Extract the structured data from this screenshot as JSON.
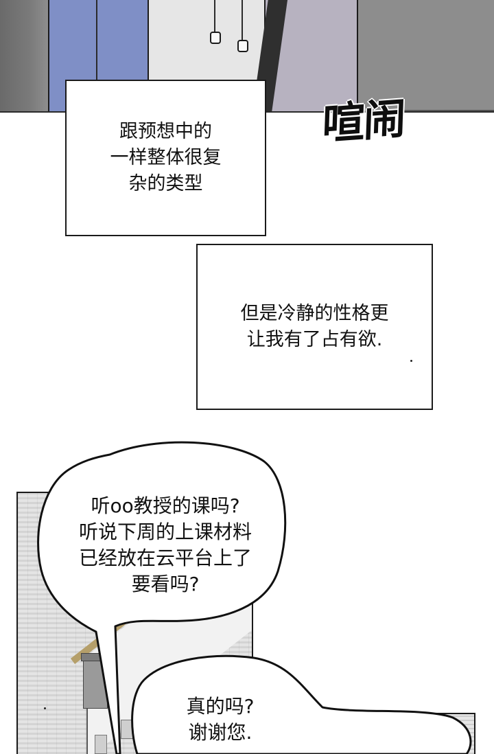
{
  "narrations": [
    {
      "text": "跟预想中的\n一样整体很复\n杂的类型"
    },
    {
      "text": "但是冷静的性格更\n让我有了占有欲."
    }
  ],
  "sfx": {
    "text": "喧闹"
  },
  "speech_bubbles": [
    {
      "text": "听oo教授的课吗?\n听说下周的上课材料\n已经放在云平台上了\n要看吗?"
    },
    {
      "text": "真的吗?\n谢谢您."
    }
  ],
  "colors": {
    "background": "#ffffff",
    "ink": "#111111",
    "panel_gray": "#dedede",
    "hoodie_blue": "#7f8fc6"
  }
}
